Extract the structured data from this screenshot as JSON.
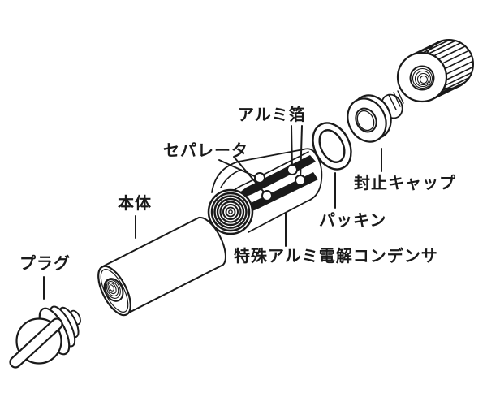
{
  "diagram": {
    "background": "#ffffff",
    "line_color": "#1a1a1a",
    "labels": {
      "plug": "プラグ",
      "body": "本体",
      "separator": "セパレータ",
      "aluminum_foil": "アルミ箔",
      "packing": "パッキン",
      "seal_cap": "封止キャップ",
      "capacitor": "特殊アルミ電解コンデンサ"
    }
  }
}
